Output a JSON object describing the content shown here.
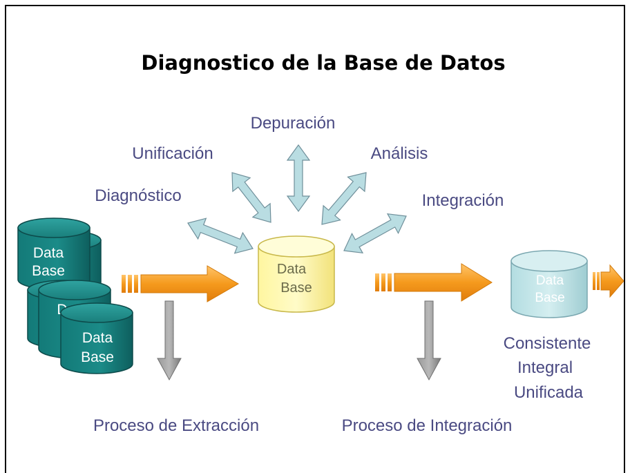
{
  "title": "Diagnostico de la Base de Datos",
  "colors": {
    "label_text": "#4a4a82",
    "teal_fill": "#1a7a78",
    "teal_stroke": "#0d4a4a",
    "yellow_fill": "#fff59a",
    "yellow_stroke": "#c8b84a",
    "light_fill": "#bfe3e6",
    "light_stroke": "#7aa7b0",
    "arrow_blue_fill": "#b9dde2",
    "arrow_blue_stroke": "#6f8f9a",
    "arrow_orange": "#f39a1c",
    "arrow_grey": "#8a8a8a"
  },
  "activities": {
    "depuracion": "Depuración",
    "unificacion": "Unificación",
    "analisis": "Análisis",
    "diagnostico": "Diagnóstico",
    "integracion": "Integración"
  },
  "source_dbs": {
    "top_line1": "Data",
    "top_line2": "Base",
    "hidden_partial": "D",
    "bottom_line1": "Data",
    "bottom_line2": "Base"
  },
  "center_db": {
    "line1": "Data",
    "line2": "Base"
  },
  "result_db": {
    "line1": "Data",
    "line2": "Base"
  },
  "result_labels": [
    "Consistente",
    "Integral",
    "Unificada"
  ],
  "process_labels": {
    "extraction": "Proceso de Extracción",
    "integration": "Proceso de Integración"
  }
}
